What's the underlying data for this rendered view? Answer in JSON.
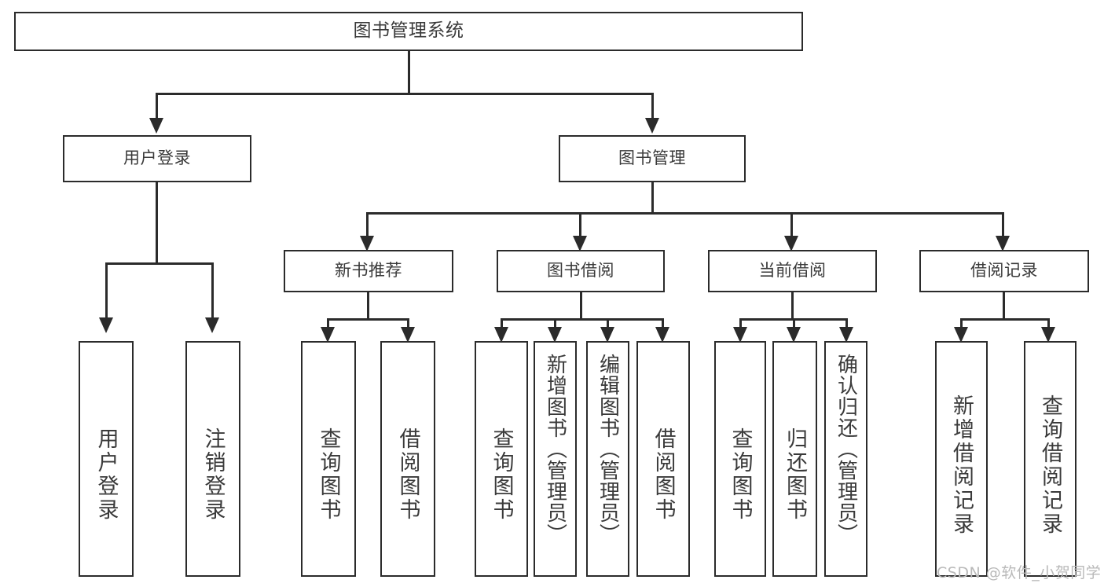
{
  "diagram": {
    "title": "图书管理系统",
    "root": {
      "label": "图书管理系统"
    },
    "level1": [
      {
        "label": "用户登录"
      },
      {
        "label": "图书管理"
      }
    ],
    "level2": [
      {
        "label": "新书推荐"
      },
      {
        "label": "图书借阅"
      },
      {
        "label": "当前借阅"
      },
      {
        "label": "借阅记录"
      }
    ],
    "leaves": {
      "user_login": [
        {
          "label": "用户登录"
        },
        {
          "label": "注销登录"
        }
      ],
      "new_book_recommend": [
        {
          "label": "查询图书"
        },
        {
          "label": "借阅图书"
        }
      ],
      "book_borrow": [
        {
          "label": "查询图书"
        },
        {
          "label": "新增图书（管理员）"
        },
        {
          "label": "编辑图书（管理员）"
        },
        {
          "label": "借阅图书"
        }
      ],
      "current_borrow": [
        {
          "label": "查询图书"
        },
        {
          "label": "归还图书"
        },
        {
          "label": "确认归还（管理员）"
        }
      ],
      "borrow_record": [
        {
          "label": "新增借阅记录"
        },
        {
          "label": "查询借阅记录"
        }
      ]
    }
  },
  "watermark": {
    "text": "CSDN @软件_小贺同学"
  },
  "colors": {
    "stroke": "#2b2b2b",
    "text": "#3a3a3a",
    "background": "#ffffff",
    "watermark": "#b9b9b9"
  }
}
